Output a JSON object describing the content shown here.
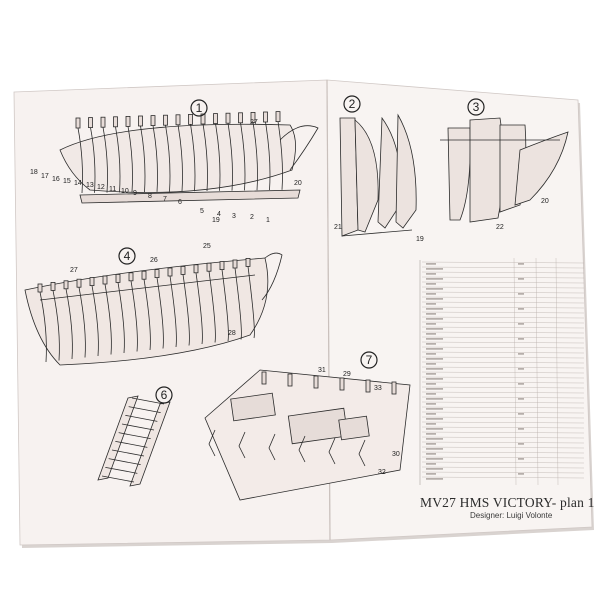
{
  "plan": {
    "title": "MV27 HMS VICTORY- plan 1",
    "designer": "Designer: Luigi Volonte"
  },
  "figures": [
    {
      "number": "1"
    },
    {
      "number": "2"
    },
    {
      "number": "3"
    },
    {
      "number": "4"
    },
    {
      "number": "6"
    },
    {
      "number": "7"
    }
  ],
  "callouts": {
    "fig1": [
      "27",
      "18",
      "17",
      "16",
      "15",
      "14",
      "13",
      "12",
      "11",
      "10",
      "9",
      "8",
      "7",
      "6",
      "5",
      "4",
      "3",
      "2",
      "1",
      "19",
      "20"
    ],
    "fig2": [
      "21",
      "19"
    ],
    "fig3": [
      "22",
      "20"
    ],
    "fig4": [
      "25",
      "26",
      "27",
      "28"
    ],
    "fig7": [
      "29",
      "33",
      "31",
      "30",
      "32"
    ]
  },
  "colors": {
    "paper": "#f7f2f0",
    "ink": "#2b2b2b",
    "shadow": "#d8d2cf"
  }
}
